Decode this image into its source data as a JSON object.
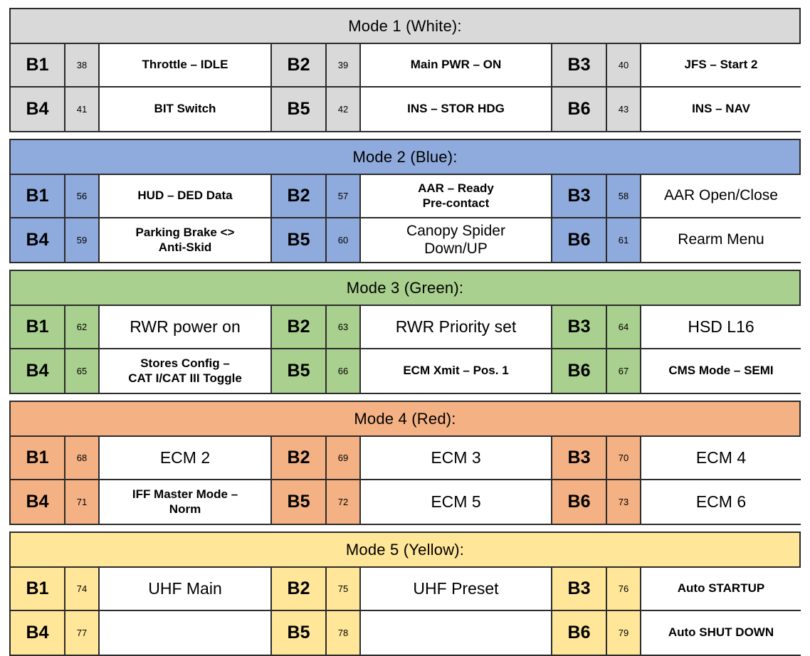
{
  "modes": [
    {
      "id": "mode-1",
      "header": "Mode 1 (White):",
      "color_name": "White",
      "fill": "#d9d9d9",
      "rows": [
        [
          {
            "button": "B1",
            "number": "38",
            "desc": "Throttle – IDLE",
            "size": "t-md"
          },
          {
            "button": "B2",
            "number": "39",
            "desc": "Main PWR – ON",
            "size": "t-md"
          },
          {
            "button": "B3",
            "number": "40",
            "desc": "JFS – Start 2",
            "size": "t-md"
          }
        ],
        [
          {
            "button": "B4",
            "number": "41",
            "desc": "BIT Switch",
            "size": "t-md"
          },
          {
            "button": "B5",
            "number": "42",
            "desc": "INS – STOR HDG",
            "size": "t-md"
          },
          {
            "button": "B6",
            "number": "43",
            "desc": "INS – NAV",
            "size": "t-md"
          }
        ]
      ]
    },
    {
      "id": "mode-2",
      "header": "Mode 2 (Blue):",
      "color_name": "Blue",
      "fill": "#8faadc",
      "rows": [
        [
          {
            "button": "B1",
            "number": "56",
            "desc": "HUD – DED Data",
            "size": "t-md"
          },
          {
            "button": "B2",
            "number": "57",
            "desc": "AAR – Ready\nPre-contact",
            "size": "t-md"
          },
          {
            "button": "B3",
            "number": "58",
            "desc": "AAR Open/Close",
            "size": "t-lg"
          }
        ],
        [
          {
            "button": "B4",
            "number": "59",
            "desc": "Parking Brake <>\nAnti-Skid",
            "size": "t-md"
          },
          {
            "button": "B5",
            "number": "60",
            "desc": "Canopy Spider\nDown/UP",
            "size": "t-lg"
          },
          {
            "button": "B6",
            "number": "61",
            "desc": "Rearm Menu",
            "size": "t-lg"
          }
        ]
      ]
    },
    {
      "id": "mode-3",
      "header": "Mode 3 (Green):",
      "color_name": "Green",
      "fill": "#a9d08e",
      "rows": [
        [
          {
            "button": "B1",
            "number": "62",
            "desc": "RWR power on",
            "size": "t-xl"
          },
          {
            "button": "B2",
            "number": "63",
            "desc": "RWR Priority set",
            "size": "t-xl"
          },
          {
            "button": "B3",
            "number": "64",
            "desc": "HSD L16",
            "size": "t-xl"
          }
        ],
        [
          {
            "button": "B4",
            "number": "65",
            "desc": "Stores Config –\nCAT I/CAT III Toggle",
            "size": "t-md"
          },
          {
            "button": "B5",
            "number": "66",
            "desc": "ECM Xmit – Pos. 1",
            "size": "t-md"
          },
          {
            "button": "B6",
            "number": "67",
            "desc": "CMS Mode – SEMI",
            "size": "t-md"
          }
        ]
      ]
    },
    {
      "id": "mode-4",
      "header": "Mode 4 (Red):",
      "color_name": "Red",
      "fill": "#f4b183",
      "rows": [
        [
          {
            "button": "B1",
            "number": "68",
            "desc": "ECM 2",
            "size": "t-xl"
          },
          {
            "button": "B2",
            "number": "69",
            "desc": "ECM 3",
            "size": "t-xl"
          },
          {
            "button": "B3",
            "number": "70",
            "desc": "ECM 4",
            "size": "t-xl"
          }
        ],
        [
          {
            "button": "B4",
            "number": "71",
            "desc": "IFF Master Mode –\nNorm",
            "size": "t-md"
          },
          {
            "button": "B5",
            "number": "72",
            "desc": "ECM 5",
            "size": "t-xl"
          },
          {
            "button": "B6",
            "number": "73",
            "desc": "ECM 6",
            "size": "t-xl"
          }
        ]
      ]
    },
    {
      "id": "mode-5",
      "header": "Mode 5 (Yellow):",
      "color_name": "Yellow",
      "fill": "#ffe699",
      "rows": [
        [
          {
            "button": "B1",
            "number": "74",
            "desc": "UHF Main",
            "size": "t-xl"
          },
          {
            "button": "B2",
            "number": "75",
            "desc": "UHF Preset",
            "size": "t-xl"
          },
          {
            "button": "B3",
            "number": "76",
            "desc": "Auto STARTUP",
            "size": "t-md"
          }
        ],
        [
          {
            "button": "B4",
            "number": "77",
            "desc": "",
            "size": "t-md"
          },
          {
            "button": "B5",
            "number": "78",
            "desc": "",
            "size": "t-md"
          },
          {
            "button": "B6",
            "number": "79",
            "desc": "Auto SHUT DOWN",
            "size": "t-md"
          }
        ]
      ]
    }
  ]
}
